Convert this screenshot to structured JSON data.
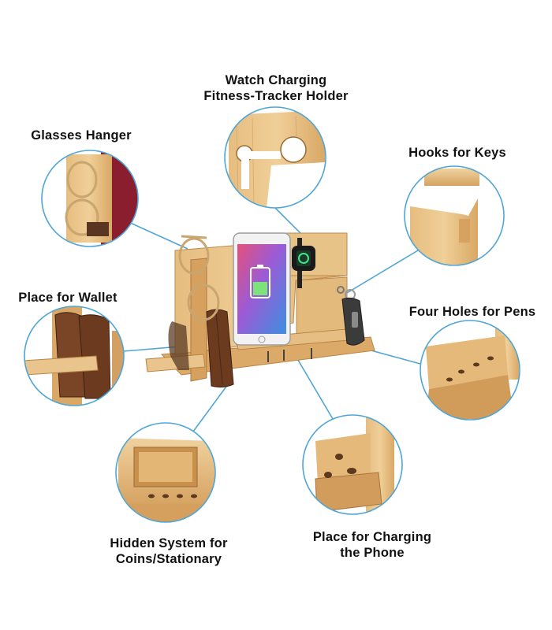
{
  "accent_color": "#4fa6d6",
  "wood_colors": {
    "light": "#e9c48a",
    "mid": "#d8a868",
    "dark": "#b47c3e",
    "edge": "#c8924f"
  },
  "features": [
    {
      "id": "watch",
      "lines": [
        "Watch Charging",
        "Fitness-Tracker Holder"
      ]
    },
    {
      "id": "glasses",
      "lines": [
        "Glasses Hanger"
      ]
    },
    {
      "id": "keys",
      "lines": [
        "Hooks for Keys"
      ]
    },
    {
      "id": "wallet",
      "lines": [
        "Place for Wallet"
      ]
    },
    {
      "id": "pens",
      "lines": [
        "Four Holes for Pens"
      ]
    },
    {
      "id": "coins",
      "lines": [
        "Hidden System for",
        "Coins/Stationary"
      ]
    },
    {
      "id": "phone",
      "lines": [
        "Place for Charging",
        "the Phone"
      ]
    }
  ]
}
